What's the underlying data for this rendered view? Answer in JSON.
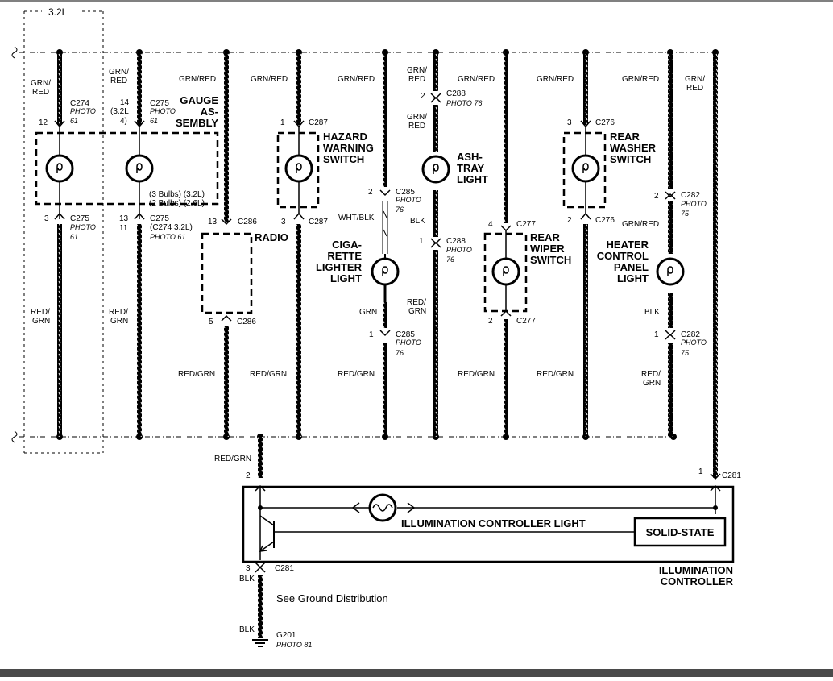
{
  "engine_label": "3.2L",
  "wire_colors": {
    "grn_red_stacked": [
      "GRN/",
      "RED"
    ],
    "grn_red": "GRN/RED",
    "red_grn": "RED/GRN",
    "red_grn_stacked": [
      "RED/",
      "GRN"
    ],
    "blk": "BLK",
    "grn": "GRN",
    "wht_blk": "WHT/BLK"
  },
  "connectors": {
    "c274": "C274",
    "c275": "C275",
    "c286": "C286",
    "c287": "C287",
    "c285": "C285",
    "c288": "C288",
    "c277": "C277",
    "c276": "C276",
    "c282": "C282",
    "c281": "C281",
    "g201": "G201",
    "c275_alt": "(C274 3.2L)"
  },
  "photos": {
    "p61": "PHOTO 61",
    "p76": "PHOTO 76",
    "p75": "PHOTO 75",
    "p81": "PHOTO 81",
    "photo_word": "PHOTO"
  },
  "pins": {
    "p12": "12",
    "p14": "14",
    "p3": "3",
    "p13": "13",
    "p11": "11",
    "p1": "1",
    "p5": "5",
    "p2": "2",
    "p4": "4",
    "p14_note": "(3.2L",
    "p4_paren": "4)"
  },
  "components": {
    "gauge": [
      "GAUGE",
      "AS-",
      "SEMBLY"
    ],
    "bulbs": [
      "(3 Bulbs) (3.2L)",
      "(2 Bulbs) (2.6L)"
    ],
    "radio": "RADIO",
    "hazard": [
      "HAZARD",
      "WARNING",
      "SWITCH"
    ],
    "cigarette": [
      "CIGA-",
      "RETTE",
      "LIGHTER",
      "LIGHT"
    ],
    "ashtray": [
      "ASH-",
      "TRAY",
      "LIGHT"
    ],
    "rear_wiper": [
      "REAR",
      "WIPER",
      "SWITCH"
    ],
    "rear_washer": [
      "REAR",
      "WASHER",
      "SWITCH"
    ],
    "heater": [
      "HEATER",
      "CONTROL",
      "PANEL",
      "LIGHT"
    ],
    "illum_light": "ILLUMINATION CONTROLLER LIGHT",
    "solid_state": "SOLID-STATE",
    "illum_controller": [
      "ILLUMINATION",
      "CONTROLLER"
    ],
    "ground_note": "See Ground Distribution"
  }
}
